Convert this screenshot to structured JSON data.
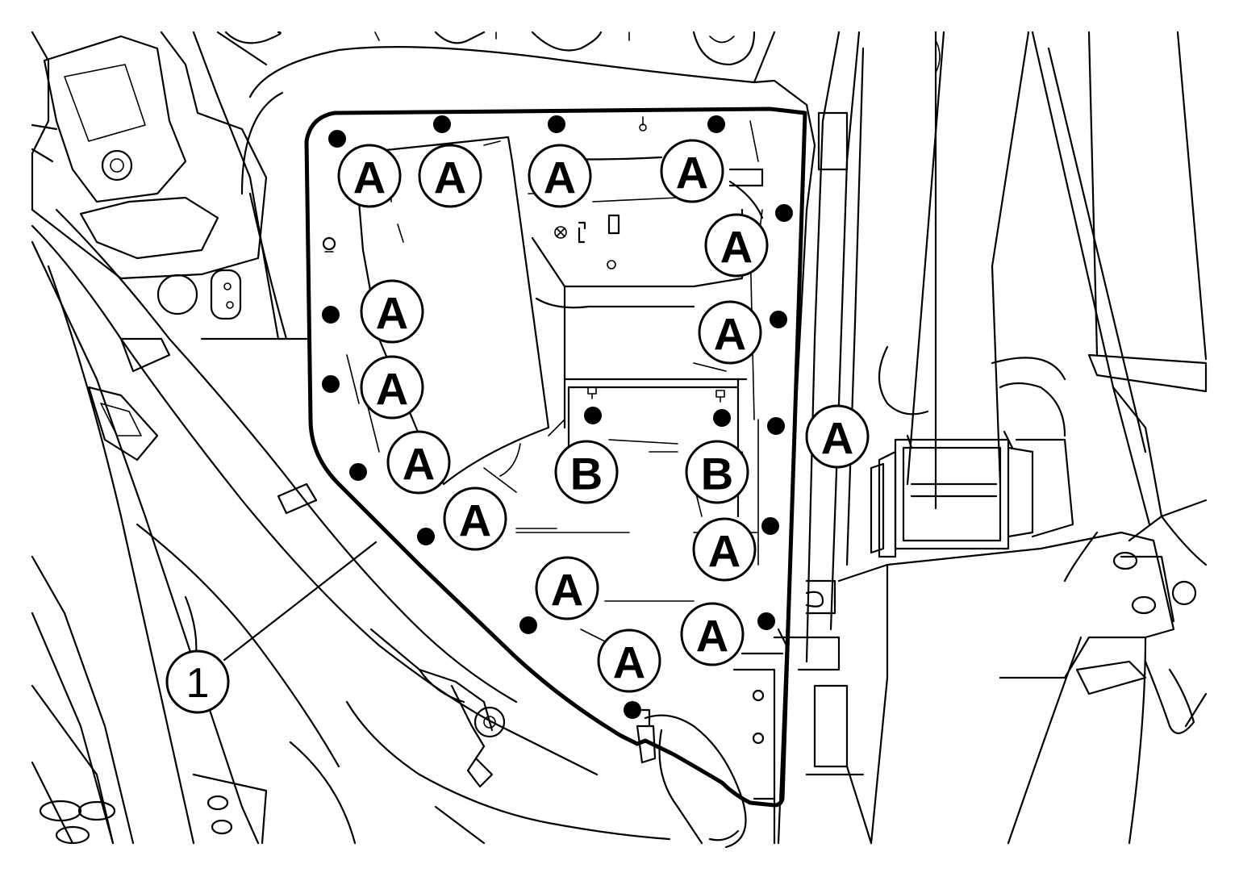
{
  "callouts": {
    "bolt_a": "A",
    "bolt_b": "B",
    "part_1": "1"
  },
  "colors": {
    "line": "#000000",
    "background": "#ffffff"
  }
}
